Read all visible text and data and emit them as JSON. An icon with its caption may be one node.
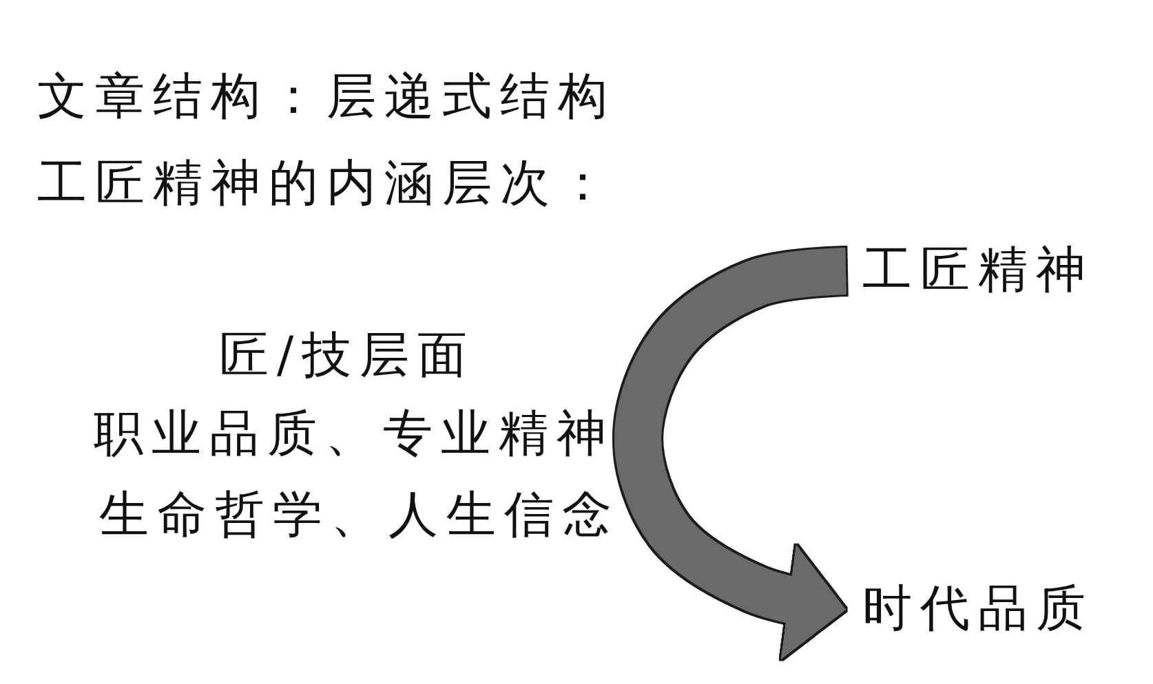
{
  "diagram": {
    "title": "文章结构：层递式结构",
    "nodes": [
      {
        "text": [
          "工匠精神"
        ]
      },
      {
        "text": [
          "时代品质"
        ]
      }
    ],
    "edges": [
      {
        "from": 0,
        "to": 1,
        "arrow": "to"
      }
    ],
    "labels": [
      "工匠精神的内涵层次：",
      "匠/技层面",
      "职业品质、专业精神",
      "生命哲学、人生信念"
    ]
  }
}
